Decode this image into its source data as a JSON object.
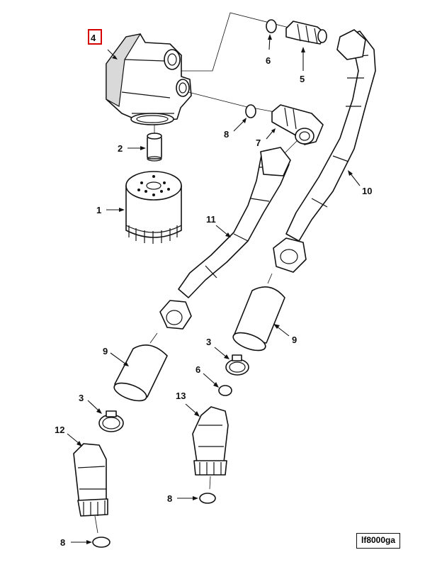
{
  "callouts": {
    "c4": "4",
    "c6a": "6",
    "c5": "5",
    "c8a": "8",
    "c7": "7",
    "c2": "2",
    "c1": "1",
    "c10": "10",
    "c11": "11",
    "c9a": "9",
    "c3a": "3",
    "c9b": "9",
    "c6b": "6",
    "c3b": "3",
    "c12": "12",
    "c13": "13",
    "c8b": "8",
    "c8c": "8"
  },
  "figure_label": "lf8000ga",
  "highlight_color": "#d60000"
}
